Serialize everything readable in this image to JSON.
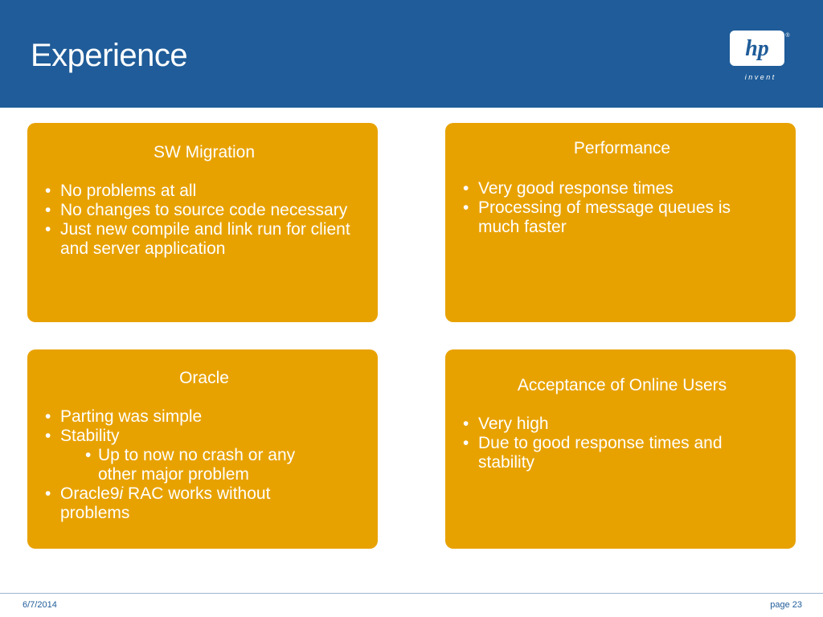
{
  "slide": {
    "title": "Experience"
  },
  "logo": {
    "brand_text": "hp",
    "tagline": "i n v e n t",
    "registered_mark": "®"
  },
  "cards": {
    "sw_migration": {
      "title": "SW Migration",
      "bullets": [
        "No problems at all",
        "No changes to source code necessary",
        "Just new compile and link run for client and server application"
      ]
    },
    "performance": {
      "title": "Performance",
      "bullets": [
        "Very good response times",
        "Processing of message queues is much faster"
      ]
    },
    "oracle": {
      "title": "Oracle",
      "bullets": [
        "Parting was simple",
        "Stability"
      ],
      "sub_bullet": "Up to now no crash or any other major problem",
      "rac_prefix": "Oracle9",
      "rac_italic": "i",
      "rac_suffix": " RAC works without problems"
    },
    "acceptance": {
      "title": "Acceptance of Online Users",
      "bullets": [
        "Very high",
        "Due to good response times and stability"
      ]
    }
  },
  "footer": {
    "date": "6/7/2014",
    "page": "page 23"
  },
  "colors": {
    "header_blue": "#1f5c99",
    "card_orange": "#e8a200",
    "text_white": "#ffffff"
  }
}
